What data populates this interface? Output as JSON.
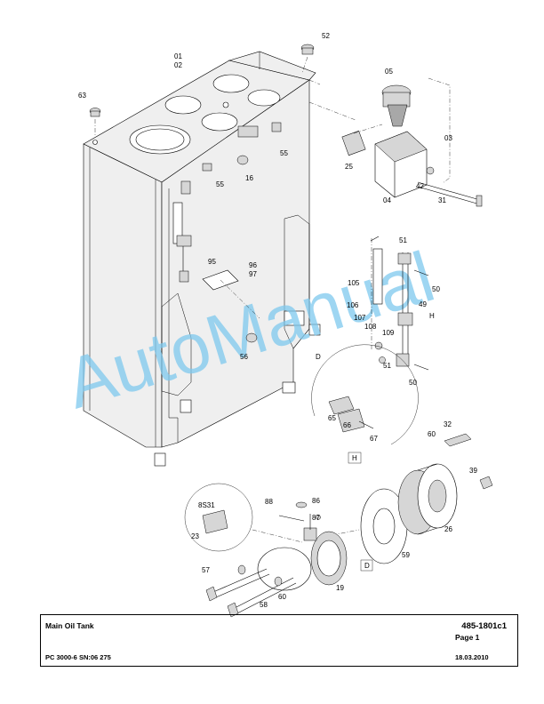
{
  "watermark": "AutoManual",
  "title_block": {
    "title": "Main Oil Tank",
    "drawing_number": "485-1801c1",
    "page": "Page 1",
    "model": "PC 3000-6  SN:06 275",
    "date": "18.03.2010"
  },
  "labels": {
    "l01": "01",
    "l02": "02",
    "l03": "03",
    "l04": "04",
    "l05": "05",
    "l16": "16",
    "l19": "19",
    "l23": "23",
    "l25": "25",
    "l26": "26",
    "l31": "31",
    "l32": "32",
    "l39": "39",
    "l42": "42",
    "l49": "49",
    "l50a": "50",
    "l50b": "50",
    "l51a": "51",
    "l51b": "51",
    "l52": "52",
    "l55a": "55",
    "l55b": "55",
    "l56": "56",
    "l57": "57",
    "l58": "58",
    "l59": "59",
    "l60a": "60",
    "l60b": "60",
    "l63": "63",
    "l65": "65",
    "l66": "66",
    "l67": "67",
    "l86": "86",
    "l87": "87",
    "l88": "88",
    "l95": "95",
    "l96": "96",
    "l97": "97",
    "l105": "105",
    "l106": "106",
    "l107": "107",
    "l108": "108",
    "l109": "109",
    "detail_D_main": "D",
    "detail_D_ring": "D",
    "detail_H_main": "H",
    "detail_H_box": "H",
    "sensor_tag": "8S31"
  }
}
